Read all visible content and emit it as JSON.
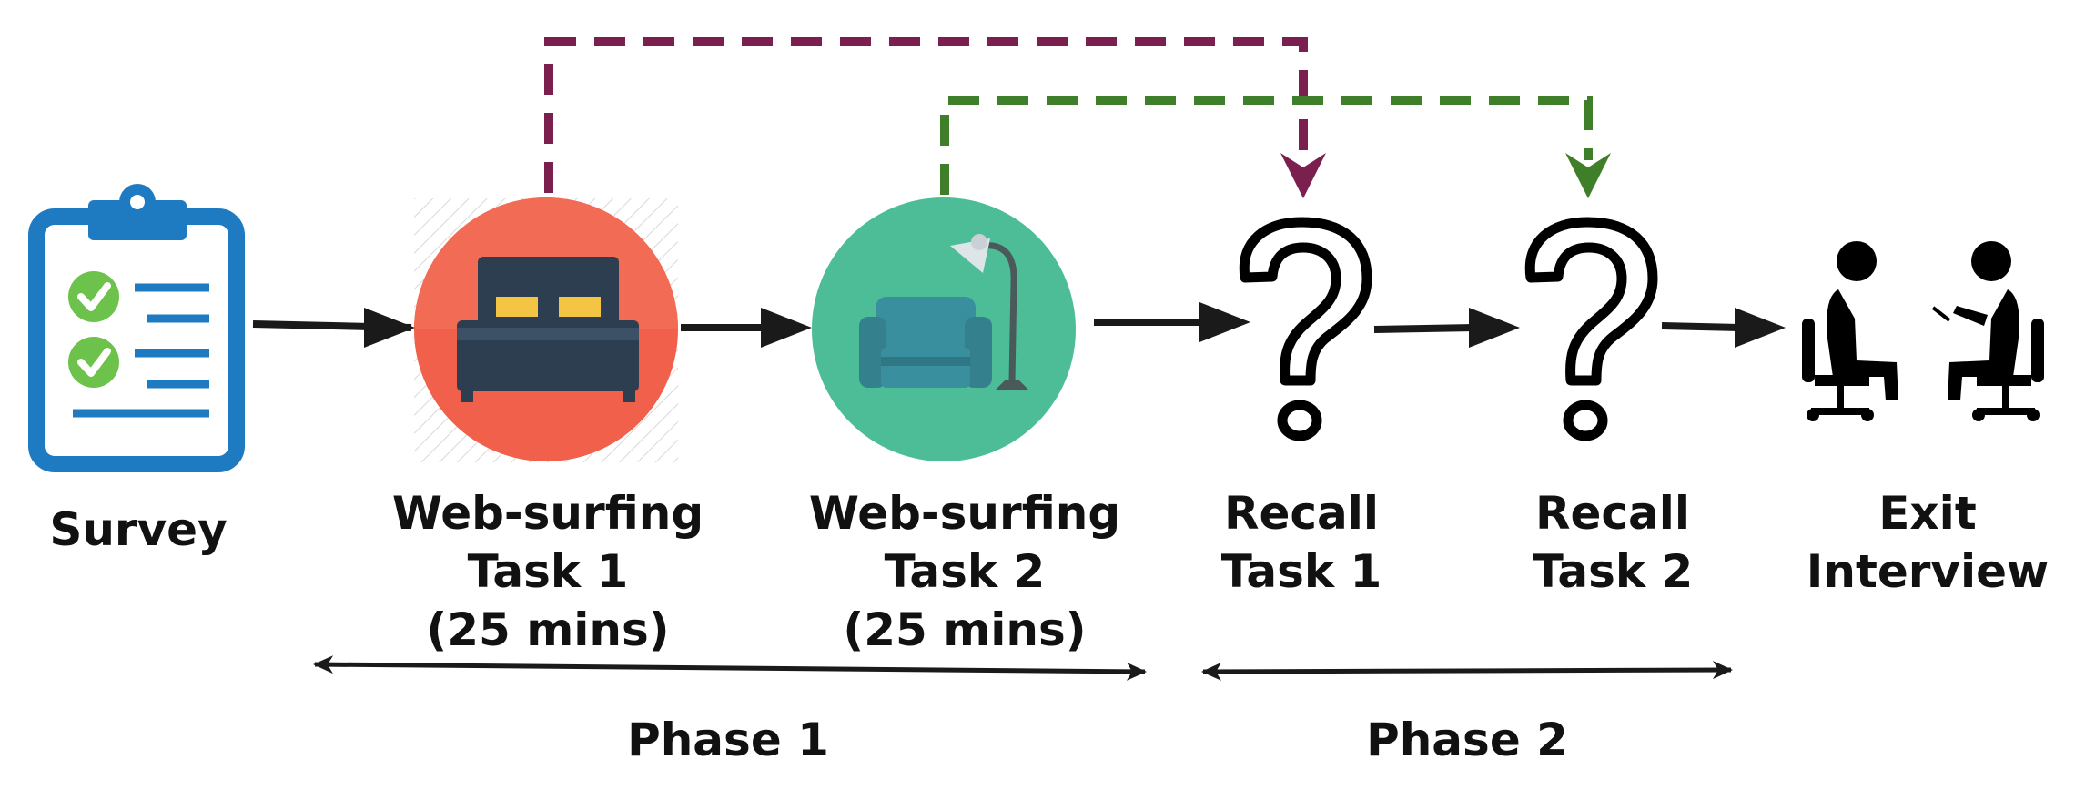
{
  "steps": [
    {
      "id": "survey",
      "lines": [
        "Survey"
      ],
      "icon": "clipboard-checklist-icon"
    },
    {
      "id": "web1",
      "lines": [
        "Web-surfing",
        "Task 1",
        "(25 mins)"
      ],
      "icon": "bedroom-bed-icon"
    },
    {
      "id": "web2",
      "lines": [
        "Web-surfing",
        "Task 2",
        "(25 mins)"
      ],
      "icon": "living-room-armchair-icon"
    },
    {
      "id": "recall1",
      "lines": [
        "Recall",
        "Task 1"
      ],
      "icon": "question-mark-icon"
    },
    {
      "id": "recall2",
      "lines": [
        "Recall",
        "Task 2"
      ],
      "icon": "question-mark-icon"
    },
    {
      "id": "exit",
      "lines": [
        "Exit",
        "Interview"
      ],
      "icon": "interview-people-icon"
    }
  ],
  "phases": [
    "Phase 1",
    "Phase 2"
  ],
  "colors": {
    "clipboard": "#1e7bc1",
    "check": "#6cc24a",
    "bedroom_circle": "#f0604a",
    "living_circle": "#4cbd97",
    "bed": "#2c3e50",
    "pillow": "#f4c542",
    "chair": "#3a8f9e",
    "link_task1": "#7a1f4e",
    "link_task2": "#3f7f2a",
    "arrow": "#1a1a1a"
  }
}
